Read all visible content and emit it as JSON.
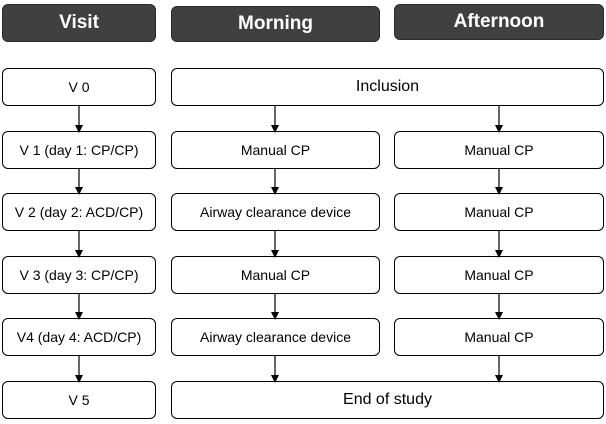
{
  "headers": {
    "visit": "Visit",
    "morning": "Morning",
    "afternoon": "Afternoon"
  },
  "visits": [
    "V 0",
    "V 1 (day 1: CP/CP)",
    "V 2 (day 2: ACD/CP)",
    "V 3 (day 3: CP/CP)",
    "V4 (day 4: ACD/CP)",
    "V 5"
  ],
  "inclusion": "Inclusion",
  "morning": [
    "Manual CP",
    "Airway clearance device",
    "Manual CP",
    "Airway clearance device"
  ],
  "afternoon": [
    "Manual CP",
    "Manual CP",
    "Manual CP",
    "Manual CP"
  ],
  "end": "End of study",
  "colors": {
    "header_bg": "#404040",
    "header_text": "#ffffff",
    "box_border": "#000000"
  }
}
